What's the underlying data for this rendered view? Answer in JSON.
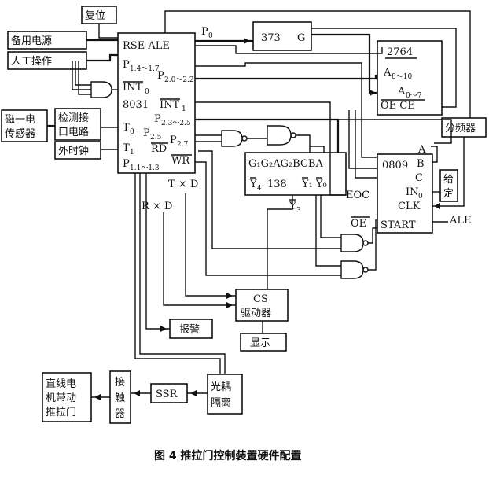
{
  "boxes": {
    "fuwei": "复位",
    "beiyong": "备用电源",
    "rengong": "人工操作",
    "cidian": [
      "磁一电",
      "传感器"
    ],
    "jiance": [
      "检测接",
      "口电路"
    ],
    "waishizhong": "外时钟",
    "b373": "373",
    "b373_g": "G",
    "b2764": "2764",
    "b0809": "0809",
    "fenpinqi": "分频器",
    "geiding": [
      "给",
      "定"
    ],
    "cs": "CS",
    "qudongqi": "驱动器",
    "xianshi": "显示",
    "baojing": "报警",
    "guangou": [
      "光耦",
      "隔离"
    ],
    "ssr": "SSR",
    "jiechuqi": [
      "接",
      "触",
      "器"
    ],
    "zhixian": [
      "直线电",
      "机带动",
      "推拉门"
    ]
  },
  "cpu": {
    "rse_ale": "RSE ALE",
    "p14_17": "P",
    "p14_17_sub": "1.4～1.7",
    "p20_22": "P",
    "p20_22_sub": "2.0～2.2",
    "int0": "INT",
    "int0_sub": "0",
    "c8031": "8031",
    "int1": "INT",
    "int1_sub": "1",
    "p23_25": "P",
    "p23_25_sub": "2.3～2.5",
    "t0": "T",
    "t0_sub": "0",
    "p25": "P",
    "p25_sub": "2.5",
    "t1": "T",
    "t1_sub": "1",
    "rd": "RD",
    "p27": "P",
    "p27_sub": "2.7",
    "p11_13": "P",
    "p11_13_sub": "1.1～1.3",
    "wr": "WR"
  },
  "labels": {
    "p0": "P",
    "p0_sub": "0",
    "a8_10": "A",
    "a8_10_sub": "8～10",
    "a0_7": "A",
    "a0_7_sub": "0～7",
    "oe_ce": "OE CE",
    "txd": "T × D",
    "rxd": "R × D",
    "c138_top": "G₁G₂AG₂BCBA",
    "c138_bot_y4": "Y",
    "c138_bot_y4_sub": "4",
    "c138_mid": "138",
    "c138_y1y0": "Y₁ Y₀",
    "y3": "Y",
    "y3_sub": "3",
    "a": "A",
    "b": "B",
    "c": "C",
    "in0": "IN",
    "in0_sub": "0",
    "eoc": "EOC",
    "clk": "CLK",
    "oe": "OE",
    "start": "START",
    "ale": "ALE"
  },
  "caption": "图 4    推拉门控制装置硬件配置"
}
